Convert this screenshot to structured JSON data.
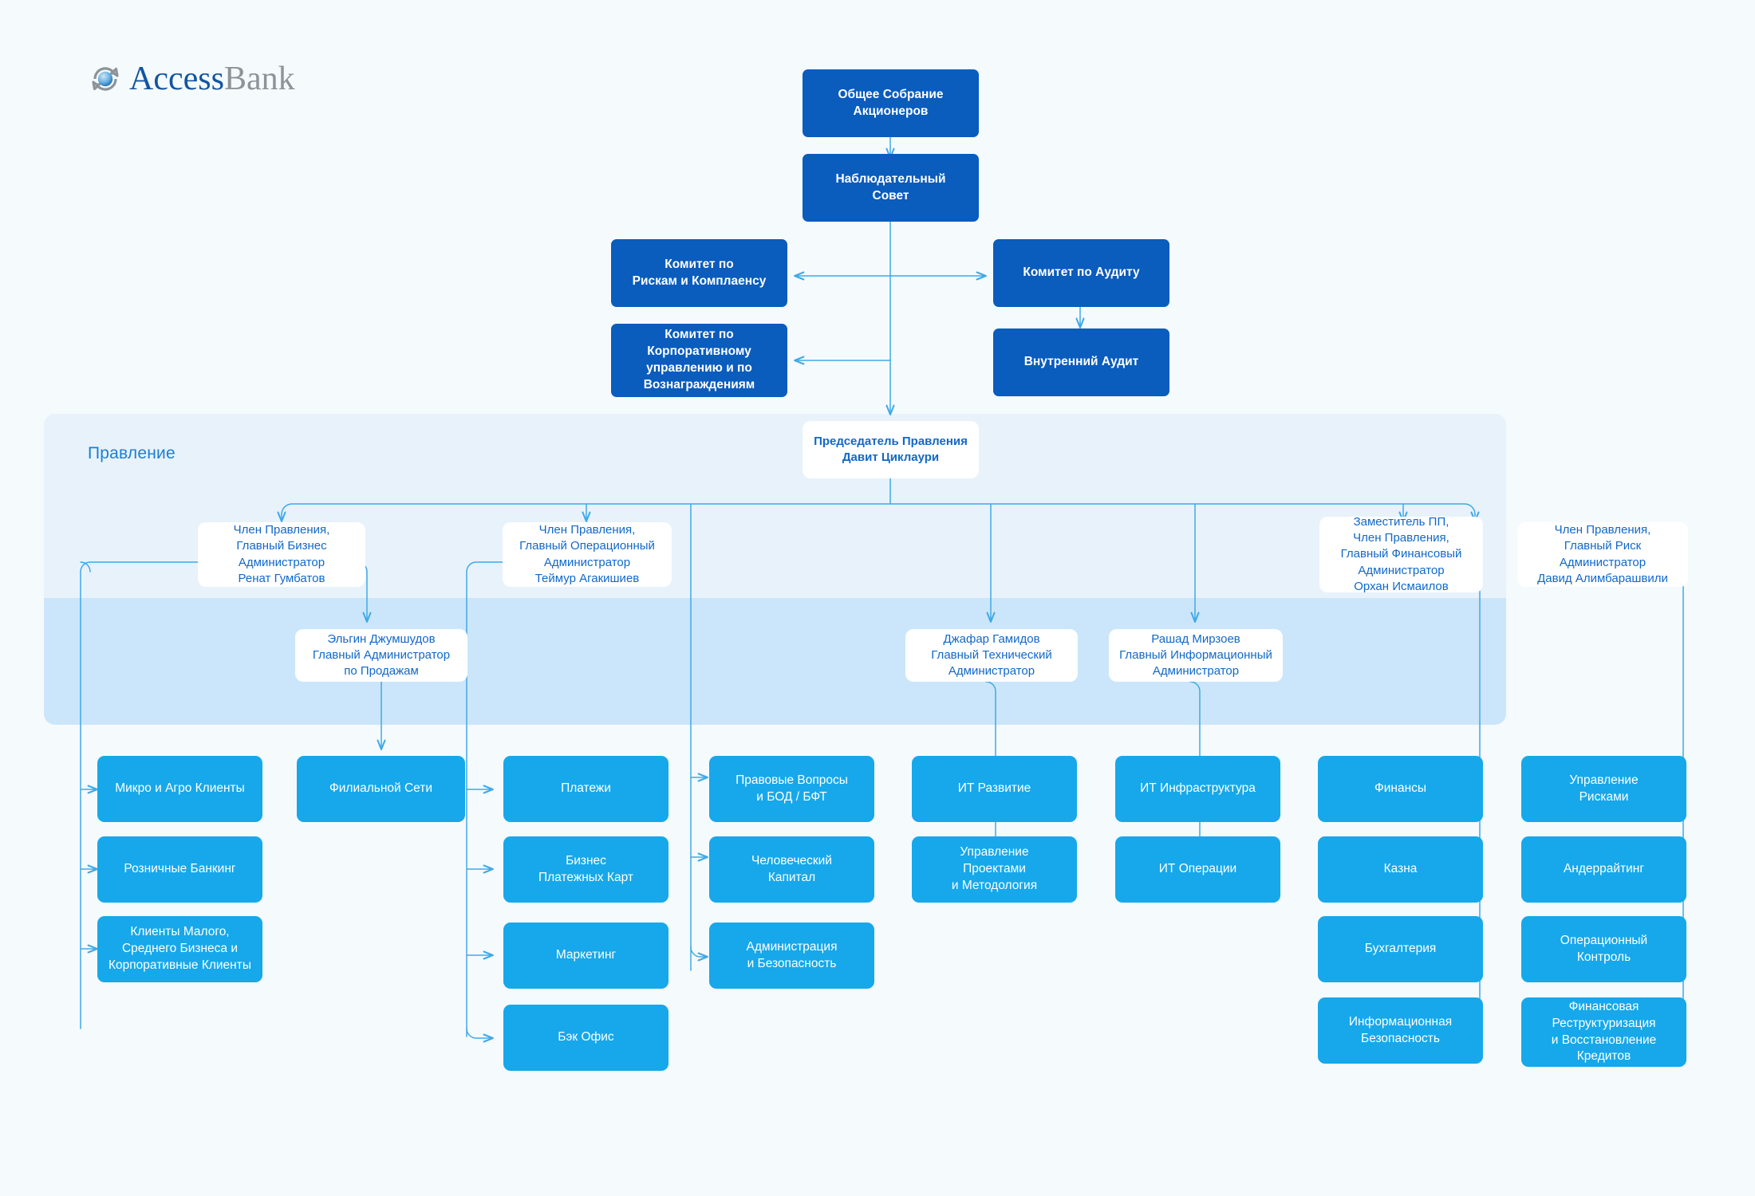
{
  "brand": {
    "name_part1": "Access",
    "name_part2": "Bank",
    "logo_icon": "circular-arrow-globe-icon",
    "accent_dark": "#0a5cbd",
    "accent_light": "#16a8ea",
    "accent_white_text": "#1168c9",
    "band_color": "#e8f2fb",
    "band_lower_color": "#cbe6fa",
    "page_background": "#f5fafd",
    "connector_color": "#3fa9e8"
  },
  "board_band": {
    "label": "Правление"
  },
  "governance": {
    "shareholders": "Общее Собрание\nАкционеров",
    "supervisory_board": "Наблюдательный\nСовет",
    "risk_committee": "Комитет по\nРискам и Комплаенсу",
    "audit_committee": "Комитет по Аудиту",
    "corporate_governance_committee": "Комитет по\nКорпоративному\nуправлению и по\nВознаграждениям",
    "internal_audit": "Внутренний Аудит"
  },
  "chairman": {
    "title": "Председатель Правления",
    "name": "Давит Циклаури"
  },
  "board_members": [
    {
      "id": "cbo",
      "title": "Член Правления,\nГлавный Бизнес\nАдминистратор",
      "name": "Ренат Гумбатов"
    },
    {
      "id": "coo",
      "title": "Член Правления,\nГлавный Операционный\nАдминистратор",
      "name": "Теймур Агакишиев"
    },
    {
      "id": "cfo",
      "title": "Заместитель ПП,\nЧлен Правления,\nГлавный Финансовый\nАдминистратор",
      "name": "Орхан Исмаилов"
    },
    {
      "id": "cro",
      "title": "Член Правления,\nГлавный Риск\nАдминистратор",
      "name": "Давид Алимбарашвили"
    }
  ],
  "second_tier": [
    {
      "id": "cso",
      "name": "Эльгин Джумшудов",
      "title": "Главный Администратор\nпо Продажам"
    },
    {
      "id": "cto",
      "name": "Джафар Гамидов",
      "title": "Главный Технический\nАдминистратор"
    },
    {
      "id": "cio",
      "name": "Рашад Мирзоев",
      "title": "Главный Информационный\nАдминистратор"
    }
  ],
  "departments": {
    "cbo_column": [
      "Микро и Агро Клиенты",
      "Розничные Банкинг",
      "Клиенты Малого,\nСреднего  Бизнеса и\nКорпоративные Клиенты"
    ],
    "cso_column": [
      "Филиальной Сети"
    ],
    "coo_column": [
      "Платежи",
      "Бизнес\nПлатежных Карт",
      "Маркетинг",
      "Бэк Офис"
    ],
    "chairman_column": [
      "Правовые Вопросы\nи БОД / БФТ",
      "Человеческий\nКапитал",
      "Администрация\nи Безопасность"
    ],
    "cto_column": [
      "ИТ Развитие",
      "Управление\nПроектами\nи Методология"
    ],
    "cio_column": [
      "ИТ Инфраструктура",
      "ИТ Операции"
    ],
    "cfo_column": [
      "Финансы",
      "Казна",
      "Бухгалтерия",
      "Информационная\nБезопасность"
    ],
    "cro_column": [
      "Управление\nРисками",
      "Андеррайтинг",
      "Операционный\nКонтроль",
      "Финансовая\nРеструктуризация\nи Восстановление\nКредитов"
    ]
  }
}
